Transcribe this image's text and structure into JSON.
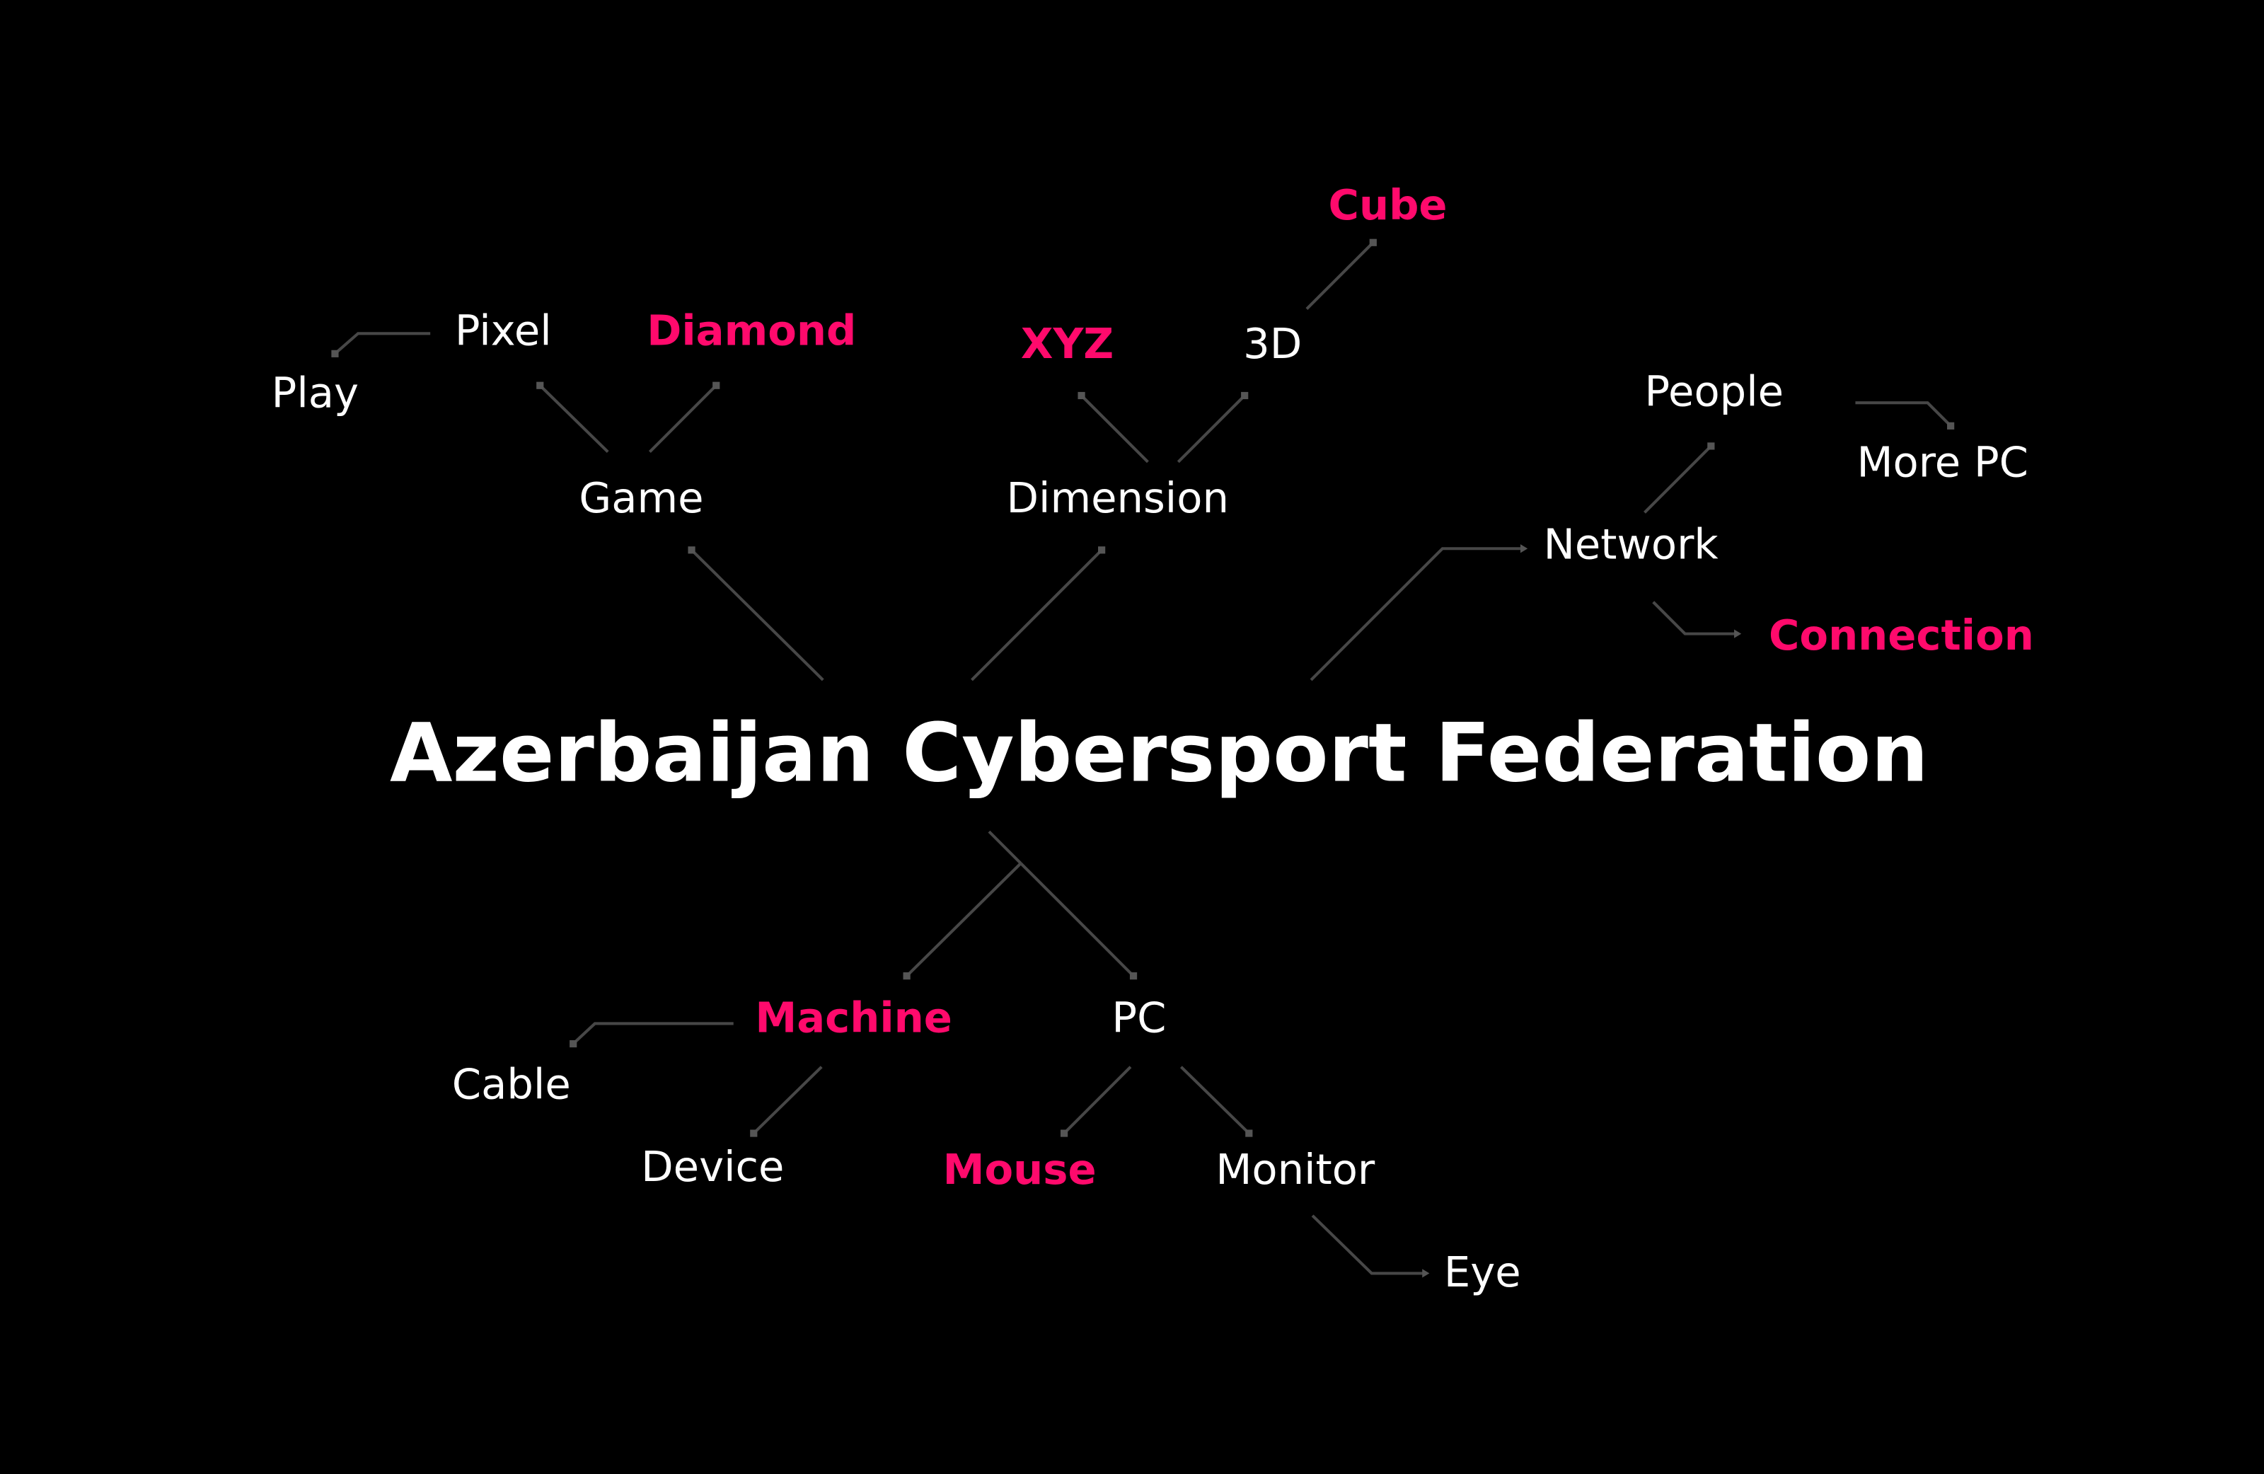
{
  "title": "Azerbaijan Cybersport Federation",
  "colors": {
    "background": "#000000",
    "text": "#ffffff",
    "highlight": "#ff0a6c",
    "connector": "#474747"
  },
  "nodes": {
    "cube": {
      "label": "Cube",
      "highlight": true
    },
    "pixel": {
      "label": "Pixel",
      "highlight": false
    },
    "diamond": {
      "label": "Diamond",
      "highlight": true
    },
    "play": {
      "label": "Play",
      "highlight": false
    },
    "xyz": {
      "label": "XYZ",
      "highlight": true
    },
    "three_d": {
      "label": "3D",
      "highlight": false
    },
    "people": {
      "label": "People",
      "highlight": false
    },
    "more_pc": {
      "label": "More PC",
      "highlight": false
    },
    "game": {
      "label": "Game",
      "highlight": false
    },
    "dimension": {
      "label": "Dimension",
      "highlight": false
    },
    "network": {
      "label": "Network",
      "highlight": false
    },
    "connection": {
      "label": "Connection",
      "highlight": true
    },
    "machine": {
      "label": "Machine",
      "highlight": true
    },
    "pc": {
      "label": "PC",
      "highlight": false
    },
    "cable": {
      "label": "Cable",
      "highlight": false
    },
    "device": {
      "label": "Device",
      "highlight": false
    },
    "mouse": {
      "label": "Mouse",
      "highlight": true
    },
    "monitor": {
      "label": "Monitor",
      "highlight": false
    },
    "eye": {
      "label": "Eye",
      "highlight": false
    }
  }
}
